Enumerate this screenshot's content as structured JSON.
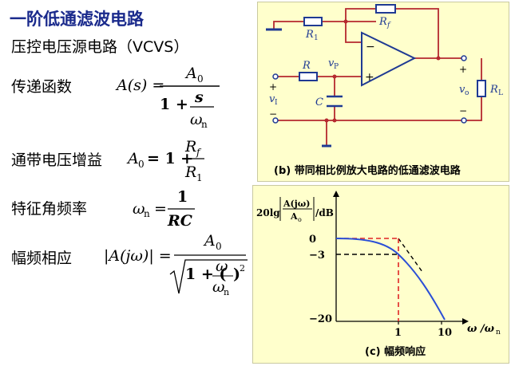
{
  "slide": {
    "title": "一阶低通滤波电路",
    "subtitle": "压控电压源电路（VCVS）",
    "row_labels": {
      "transfer": "传递函数",
      "passband_gain": "通带电压增益",
      "char_freq": "特征角频率",
      "magnitude": "幅频相应"
    }
  },
  "formulas": {
    "transfer": {
      "lhs": "A(s) =",
      "num": "A",
      "num_sub": "0",
      "den_one": "1 +",
      "den_frac_num": "s",
      "den_frac_den": "ω",
      "den_frac_den_sub": "n"
    },
    "passband_gain": {
      "lhs": "A",
      "lhs_sub": "0",
      "eq": "= 1 +",
      "num": "R",
      "num_sub": "f",
      "den": "R",
      "den_sub": "1"
    },
    "char_freq": {
      "lhs": "ω",
      "lhs_sub": "n",
      "eq": "=",
      "num": "1",
      "den": "RC"
    },
    "magnitude": {
      "lhs": "|A(jω)| =",
      "num": "A",
      "num_sub": "0",
      "den_prefix": "1 + (",
      "den_frac_num": "ω",
      "den_frac_den": "ω",
      "den_frac_den_sub": "n",
      "den_suffix": ")",
      "den_exp": "2"
    }
  },
  "circuit": {
    "caption": "(b) 带同相比例放大电路的低通滤波电路",
    "labels": {
      "r1": "R",
      "r1_sub": "1",
      "rf": "R",
      "rf_sub": "f",
      "r": "R",
      "vp": "v",
      "vp_sub": "P",
      "c": "C",
      "vi": "v",
      "vi_sub": "I",
      "vo": "v",
      "vo_sub": "o",
      "rl": "R",
      "rl_sub": "L",
      "plus": "+",
      "minus": "−",
      "minus2": "−"
    },
    "colors": {
      "wire": "#b5282e",
      "component": "#1f3a93",
      "background": "#ffffcc"
    }
  },
  "bode": {
    "caption": "(c) 幅频响应",
    "ylabel_prefix": "20lg",
    "ylabel_num": "A(jω)",
    "ylabel_den": "A",
    "ylabel_den_sub": "o",
    "ylabel_unit": "/dB",
    "xlabel": "ω /ω",
    "xlabel_sub": "n",
    "yticks": [
      "0",
      "−3",
      "−20"
    ],
    "xticks": [
      "1",
      "10"
    ],
    "colors": {
      "curve": "#2b4fd6",
      "marker": "#e02424",
      "asymptote": "#000000"
    }
  }
}
